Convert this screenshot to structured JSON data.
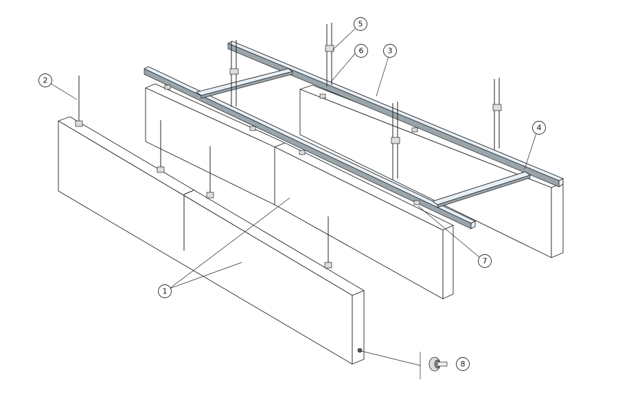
{
  "diagram": {
    "callouts": [
      {
        "id": "callout-1",
        "label": "1"
      },
      {
        "id": "callout-2",
        "label": "2"
      },
      {
        "id": "callout-3",
        "label": "3"
      },
      {
        "id": "callout-4",
        "label": "4"
      },
      {
        "id": "callout-5",
        "label": "5"
      },
      {
        "id": "callout-6",
        "label": "6"
      },
      {
        "id": "callout-7",
        "label": "7"
      },
      {
        "id": "callout-8",
        "label": "8"
      }
    ],
    "colors": {
      "line": "#222222",
      "rail_face": "#e7f0f7",
      "rail_shadow": "#9aa4ab",
      "background": "#ffffff"
    }
  }
}
